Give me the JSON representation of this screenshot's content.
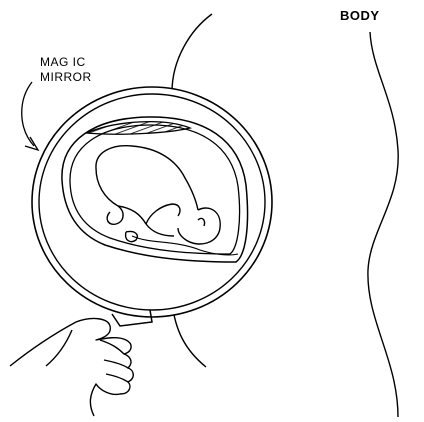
{
  "labels": {
    "body": "BODY",
    "magic_mirror_line1": "MAG IC",
    "magic_mirror_line2": "MIRROR"
  },
  "colors": {
    "ink": "#000000",
    "paper": "#ffffff"
  }
}
